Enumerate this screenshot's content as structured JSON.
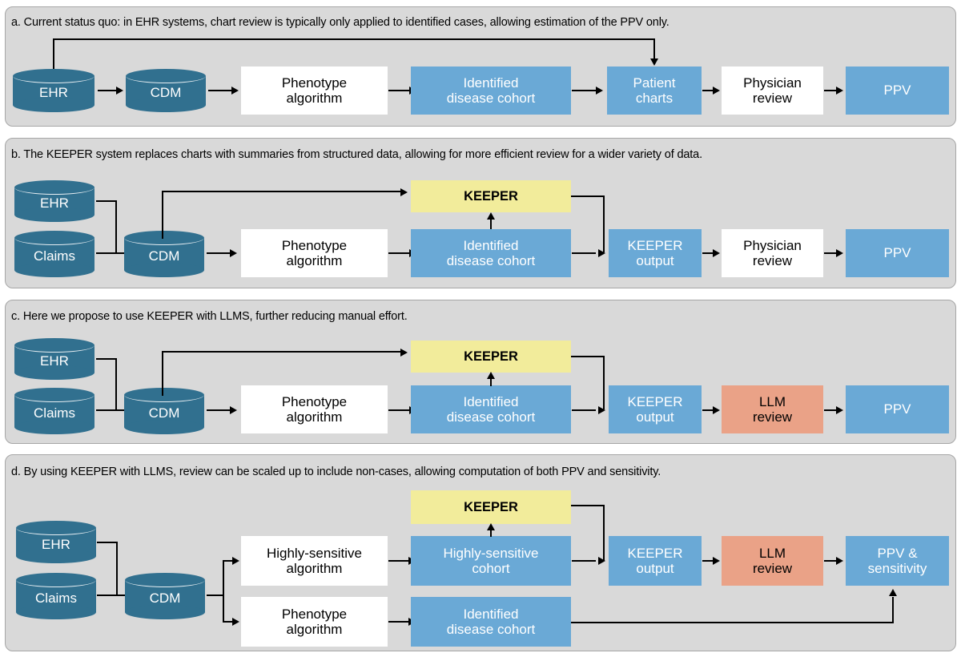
{
  "figure": {
    "title": "KEEPER with LLMs workflow comparison",
    "background": "#ffffff",
    "panel_background": "#d9d9d9",
    "colors": {
      "cylinder": "#31708f",
      "blue_box": "#6aa9d6",
      "yellow_box": "#f2ec9b",
      "salmon_box": "#eaa287",
      "white_box": "#ffffff",
      "connector": "#000000",
      "panel_border": "#a6a6a6"
    }
  },
  "panels": [
    {
      "id": "a",
      "caption": "a. Current status quo: in EHR systems, chart review is typically only applied to identified cases, allowing estimation of the PPV only.",
      "nodes": {
        "ehr": "EHR",
        "cdm": "CDM",
        "phenotype_algorithm": "Phenotype\nalgorithm",
        "identified_cohort": "Identified\ndisease cohort",
        "patient_charts": "Patient\ncharts",
        "physician_review": "Physician\nreview",
        "ppv": "PPV"
      }
    },
    {
      "id": "b",
      "caption": "b. The KEEPER system replaces charts with summaries from structured data, allowing for more efficient review for a wider variety of data.",
      "nodes": {
        "ehr": "EHR",
        "claims": "Claims",
        "cdm": "CDM",
        "keeper": "KEEPER",
        "phenotype_algorithm": "Phenotype\nalgorithm",
        "identified_cohort": "Identified\ndisease cohort",
        "keeper_output": "KEEPER\noutput",
        "physician_review": "Physician\nreview",
        "ppv": "PPV"
      }
    },
    {
      "id": "c",
      "caption": "c. Here we propose to use KEEPER with LLMS, further reducing manual effort.",
      "nodes": {
        "ehr": "EHR",
        "claims": "Claims",
        "cdm": "CDM",
        "keeper": "KEEPER",
        "phenotype_algorithm": "Phenotype\nalgorithm",
        "identified_cohort": "Identified\ndisease cohort",
        "keeper_output": "KEEPER\noutput",
        "llm_review": "LLM\nreview",
        "ppv": "PPV"
      }
    },
    {
      "id": "d",
      "caption": "d. By using KEEPER with LLMS, review can be scaled up to include non-cases, allowing computation of both PPV and sensitivity.",
      "nodes": {
        "ehr": "EHR",
        "claims": "Claims",
        "cdm": "CDM",
        "keeper": "KEEPER",
        "highly_sensitive_algorithm": "Highly-sensitive\nalgorithm",
        "highly_sensitive_cohort": "Highly-sensitive\ncohort",
        "phenotype_algorithm": "Phenotype\nalgorithm",
        "identified_cohort": "Identified\ndisease cohort",
        "keeper_output": "KEEPER\noutput",
        "llm_review": "LLM\nreview",
        "ppv_sensitivity": "PPV &\nsensitivity"
      }
    }
  ]
}
